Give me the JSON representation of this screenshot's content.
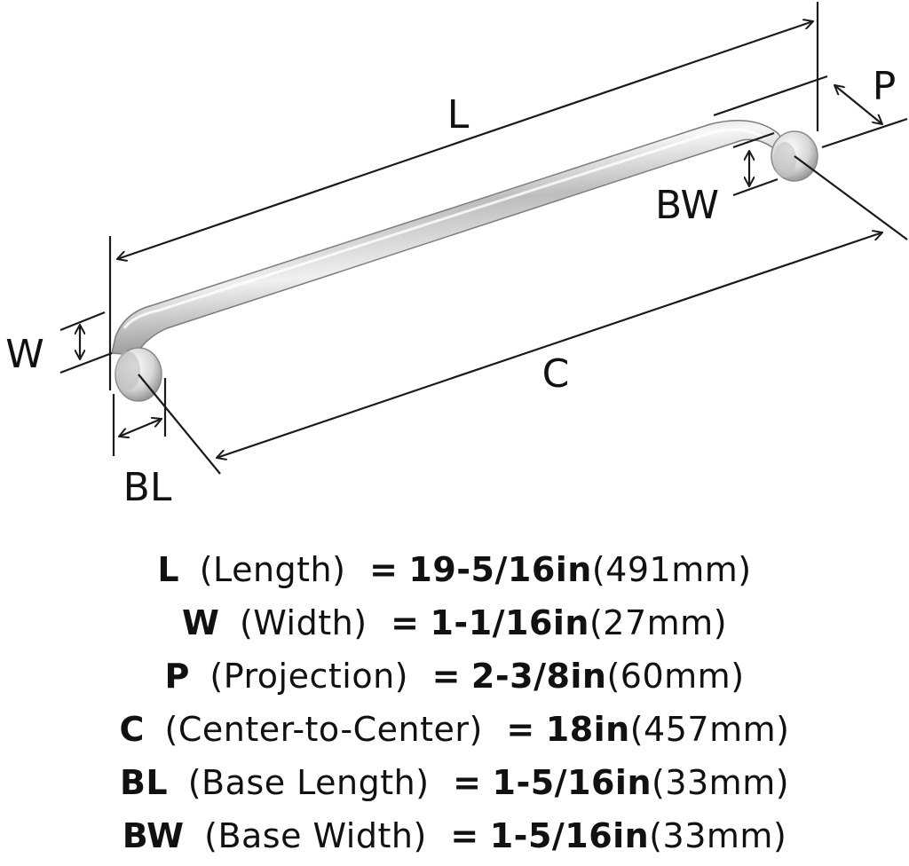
{
  "diagram": {
    "labels": {
      "L": "L",
      "W": "W",
      "P": "P",
      "BW": "BW",
      "C": "C",
      "BL": "BL"
    }
  },
  "specs": [
    {
      "code": "L",
      "name": "(Length)",
      "eq": "=",
      "imperial": "19-5/16in",
      "metric": "(491mm)"
    },
    {
      "code": "W",
      "name": "(Width)",
      "eq": "=",
      "imperial": "1-1/16in",
      "metric": "(27mm)"
    },
    {
      "code": "P",
      "name": "(Projection)",
      "eq": "=",
      "imperial": "2-3/8in",
      "metric": "(60mm)"
    },
    {
      "code": "C",
      "name": "(Center-to-Center)",
      "eq": "=",
      "imperial": "18in",
      "metric": "(457mm)"
    },
    {
      "code": "BL",
      "name": "(Base Length)",
      "eq": "=",
      "imperial": "1-5/16in",
      "metric": "(33mm)"
    },
    {
      "code": "BW",
      "name": "(Base Width)",
      "eq": "=",
      "imperial": "1-5/16in",
      "metric": "(33mm)"
    }
  ],
  "colors": {
    "line": "#1a1a1a",
    "metal_light": "#f4f4f4",
    "metal_dark": "#9a9a9a"
  }
}
